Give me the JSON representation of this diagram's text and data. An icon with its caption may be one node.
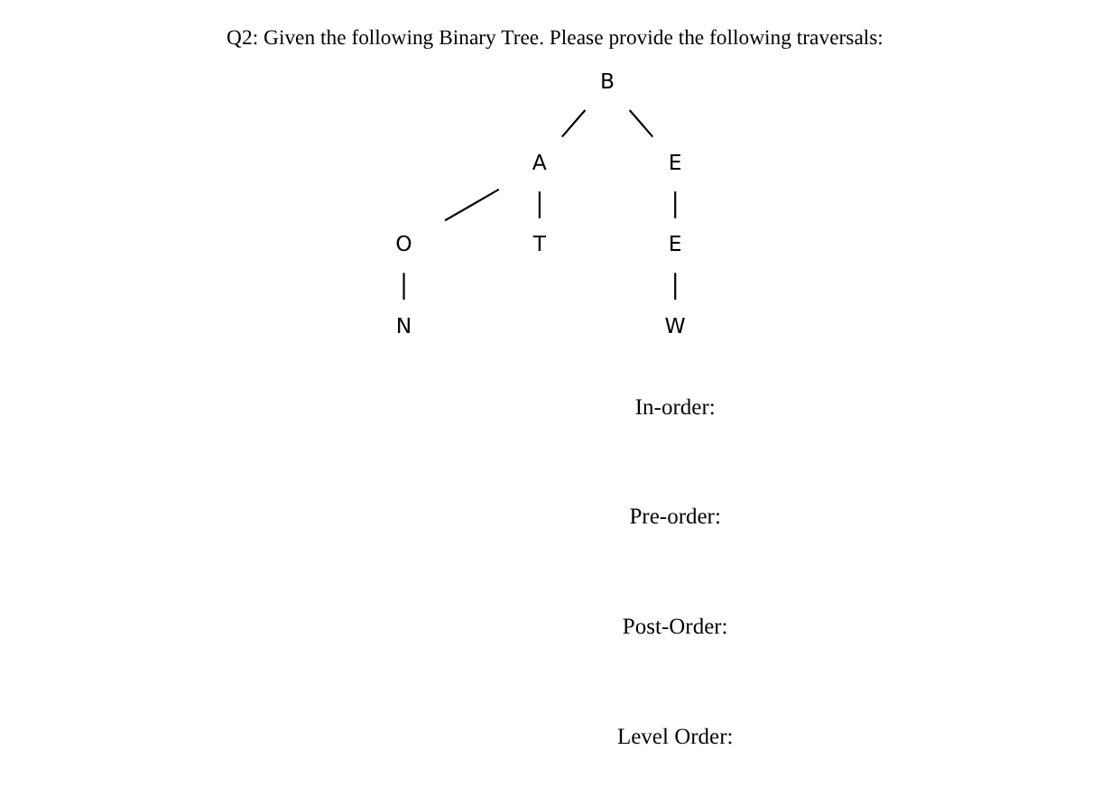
{
  "diagram": {
    "title": "Q2: Given the following Binary Tree. Please provide the following traversals:",
    "nodes": [
      {
        "text": [
          "B"
        ]
      },
      {
        "text": [
          "A"
        ]
      },
      {
        "text": [
          "E"
        ]
      },
      {
        "text": [
          "O"
        ]
      },
      {
        "text": [
          "T"
        ]
      },
      {
        "text": [
          "E"
        ]
      },
      {
        "text": [
          "N"
        ]
      },
      {
        "text": [
          "W"
        ]
      }
    ],
    "edges": [
      {
        "from": 0,
        "to": 1,
        "arrow": "none"
      },
      {
        "from": 0,
        "to": 2,
        "arrow": "none"
      },
      {
        "from": 1,
        "to": 3,
        "arrow": "none"
      },
      {
        "from": 1,
        "to": 4,
        "arrow": "none"
      },
      {
        "from": 2,
        "to": 5,
        "arrow": "none"
      },
      {
        "from": 3,
        "to": 6,
        "arrow": "none"
      },
      {
        "from": 5,
        "to": 7,
        "arrow": "none"
      }
    ],
    "labels": [
      "In-order:",
      "Pre-order:",
      "Post-Order:",
      "Level Order:"
    ]
  }
}
